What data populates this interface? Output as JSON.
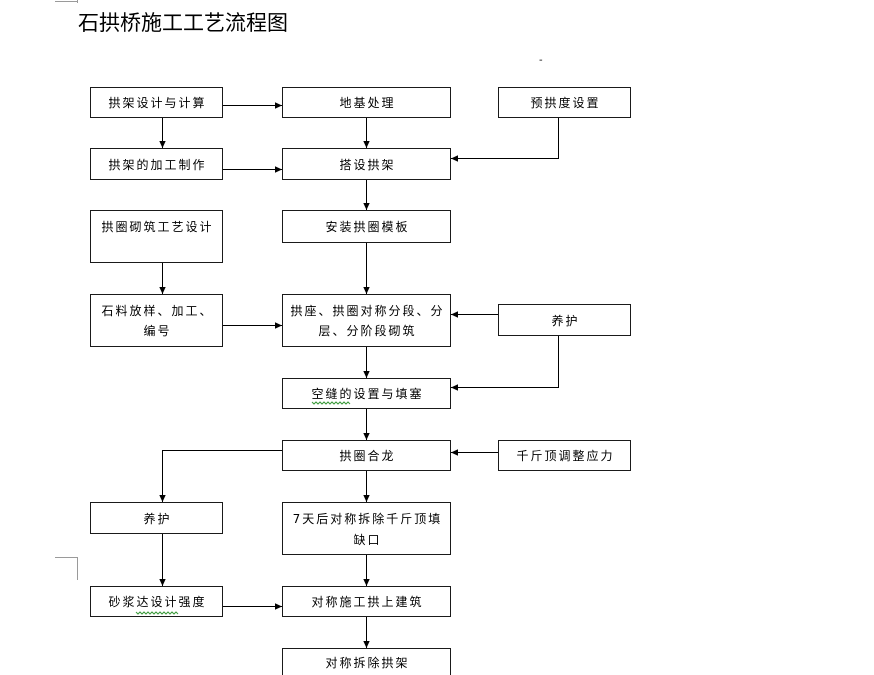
{
  "document": {
    "title": "石拱桥施工工艺流程图",
    "stray_mark": "-"
  },
  "flowchart": {
    "left": [
      {
        "lines": [
          "拱架设计与计算"
        ]
      },
      {
        "lines": [
          "拱架的加工制作"
        ]
      },
      {
        "lines": [
          "拱圈砌筑工艺设计"
        ]
      },
      {
        "lines": [
          "石料放样、加工、",
          "编号"
        ]
      },
      {
        "lines": [
          "养护"
        ]
      },
      {
        "lines": [
          "砂浆达设计强度"
        ]
      }
    ],
    "center": [
      {
        "lines": [
          "地基处理"
        ]
      },
      {
        "lines": [
          "搭设拱架"
        ]
      },
      {
        "lines": [
          "安装拱圈模板"
        ]
      },
      {
        "lines": [
          "拱座、拱圈对称分段、分",
          "层、分阶段砌筑"
        ]
      },
      {
        "lines": [
          "空缝的设置与填塞"
        ]
      },
      {
        "lines": [
          "拱圈合龙"
        ]
      },
      {
        "lines": [
          "7天后对称拆除千斤顶填",
          "缺口"
        ]
      },
      {
        "lines": [
          "对称施工拱上建筑"
        ]
      },
      {
        "lines": [
          "对称拆除拱架"
        ]
      }
    ],
    "right": [
      {
        "lines": [
          "预拱度设置"
        ]
      },
      {
        "lines": [
          "养护"
        ]
      },
      {
        "lines": [
          "千斤顶调整应力"
        ]
      }
    ]
  },
  "colors": {
    "border": "#1a1a1a",
    "arrow": "#000000",
    "page_mark": "#9a9a9a",
    "spellcheck_underline": "#3a9a3a"
  }
}
